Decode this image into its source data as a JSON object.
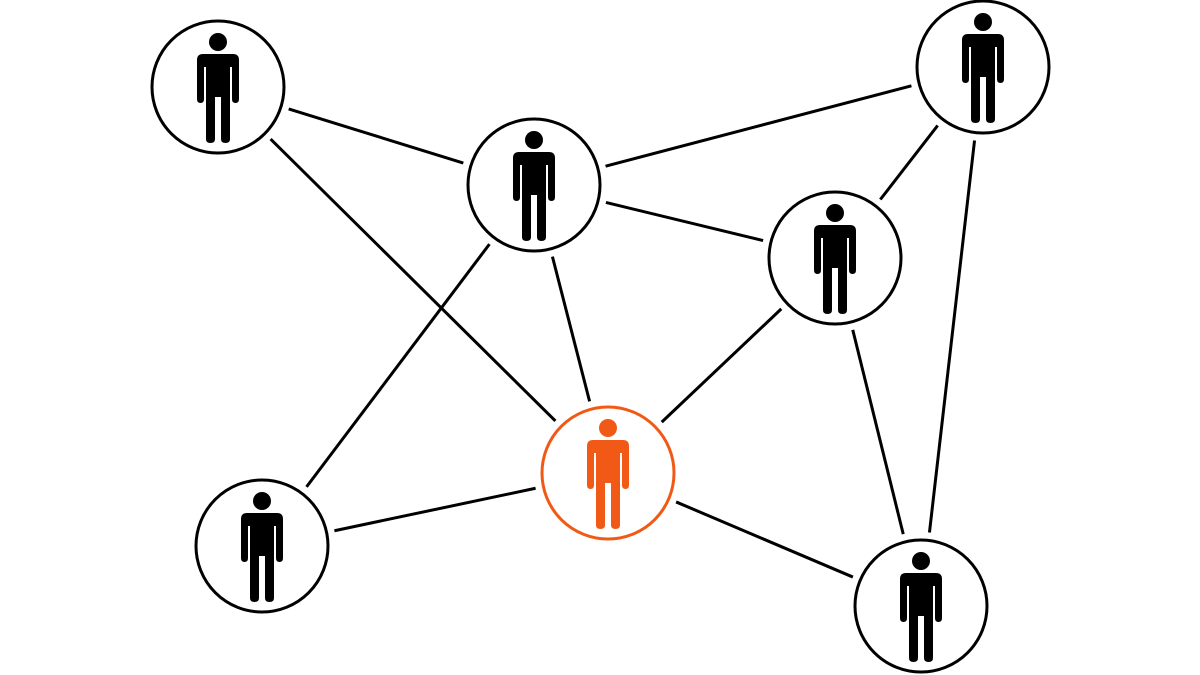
{
  "colors": {
    "line": "#000000",
    "person": "#000000",
    "highlight": "#f05a16",
    "background": "#ffffff"
  },
  "nodes": [
    {
      "id": "a",
      "icon": "person-icon",
      "highlighted": false
    },
    {
      "id": "b",
      "icon": "person-icon",
      "highlighted": false
    },
    {
      "id": "c",
      "icon": "person-icon",
      "highlighted": false
    },
    {
      "id": "d",
      "icon": "person-icon",
      "highlighted": false
    },
    {
      "id": "e",
      "icon": "person-icon",
      "highlighted": true
    },
    {
      "id": "f",
      "icon": "person-icon",
      "highlighted": false
    },
    {
      "id": "g",
      "icon": "person-icon",
      "highlighted": false
    }
  ],
  "edges": [
    [
      "a",
      "b"
    ],
    [
      "a",
      "e"
    ],
    [
      "b",
      "c"
    ],
    [
      "b",
      "d"
    ],
    [
      "b",
      "e"
    ],
    [
      "b",
      "f"
    ],
    [
      "c",
      "d"
    ],
    [
      "c",
      "g"
    ],
    [
      "d",
      "e"
    ],
    [
      "d",
      "g"
    ],
    [
      "e",
      "f"
    ],
    [
      "e",
      "g"
    ]
  ]
}
